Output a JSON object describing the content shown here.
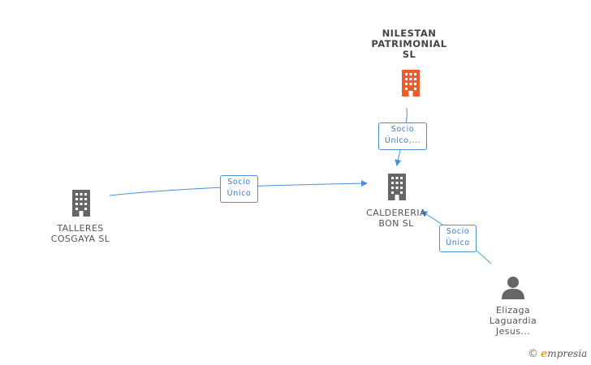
{
  "nodes": {
    "nilestan": {
      "label_lines": [
        "NILESTAN",
        "PATRIMONIAL",
        "SL"
      ],
      "color": "#f05a28",
      "icon": "building-icon"
    },
    "caldereria": {
      "label_lines": [
        "CALDERERIA",
        "BON SL"
      ],
      "color": "#666666",
      "icon": "building-icon"
    },
    "talleres": {
      "label_lines": [
        "TALLERES",
        "COSGAYA SL"
      ],
      "color": "#666666",
      "icon": "building-icon"
    },
    "elizaga": {
      "label_lines": [
        "Elizaga",
        "Laguardia",
        "Jesus..."
      ],
      "color": "#666666",
      "icon": "person-icon"
    }
  },
  "edges": {
    "nilestan_to_caldereria": {
      "label_lines": [
        "Socio",
        "Único,..."
      ]
    },
    "talleres_to_caldereria": {
      "label_lines": [
        "Socio",
        "Único"
      ]
    },
    "elizaga_to_caldereria": {
      "label_lines": [
        "Socio",
        "Único"
      ]
    }
  },
  "edge_color": "#4a90d9",
  "watermark": {
    "copyright": "©",
    "brand_initial": "e",
    "brand_rest": "mpresia"
  }
}
